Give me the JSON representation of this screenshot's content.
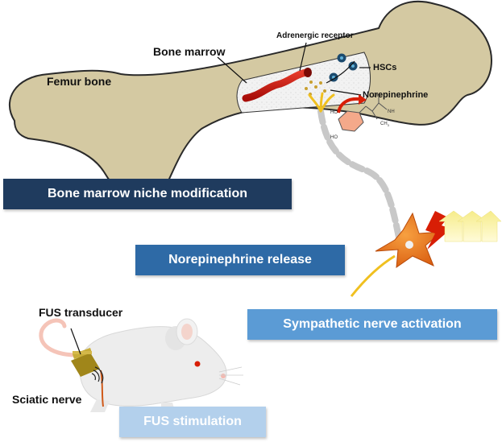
{
  "labels": {
    "femur_bone": "Femur bone",
    "bone_marrow": "Bone marrow",
    "adrenergic_receptor": "Adrenergic receptor",
    "hscs": "HSCs",
    "norepinephrine": "Norepinephrine",
    "fus_transducer": "FUS transducer",
    "sciatic_nerve": "Sciatic nerve",
    "chem_oh": "OH",
    "chem_ho_top": "HO",
    "chem_ho_bottom": "HO",
    "chem_nh": "NH",
    "chem_ch3": "CH",
    "chem_sub3": "3"
  },
  "steps": {
    "niche": "Bone marrow niche modification",
    "release": "Norepinephrine release",
    "activation": "Sympathetic nerve activation",
    "stimulation": "FUS stimulation"
  },
  "colors": {
    "bone": "#d4c9a2",
    "niche_banner": "#1f3b5e",
    "release_banner": "#2e6aa6",
    "activation_banner": "#5b9bd5",
    "stimulation_banner": "#b3d0ec",
    "vessel": "#c0180f",
    "nerve": "#f0c020",
    "neuron": "#e8731c",
    "arrows": "#fbf3a0"
  },
  "icons": [
    "lightning-bolt-icon",
    "up-arrow-icon",
    "sound-wave-icon"
  ]
}
